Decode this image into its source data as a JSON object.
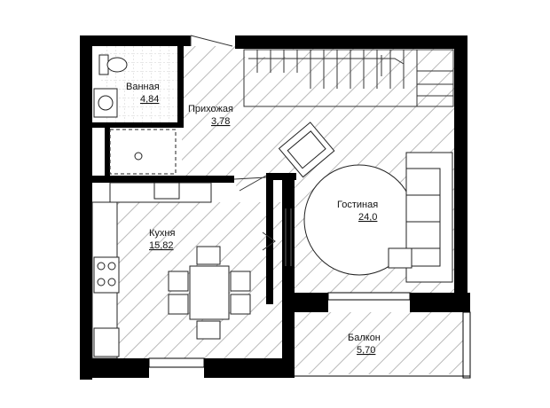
{
  "rooms": {
    "bathroom": {
      "name": "Ванная",
      "area": "4,84"
    },
    "hallway": {
      "name": "Прихожая",
      "area": "3,78"
    },
    "living": {
      "name": "Гостиная",
      "area": "24,0"
    },
    "kitchen": {
      "name": "Кухня",
      "area": "15,82"
    },
    "balcony": {
      "name": "Балкон",
      "area": "5,70"
    }
  },
  "colors": {
    "wall": "#000000",
    "hatch": "#b9b9b9",
    "floor": "#ffffff",
    "furniture_stroke": "#222222"
  }
}
